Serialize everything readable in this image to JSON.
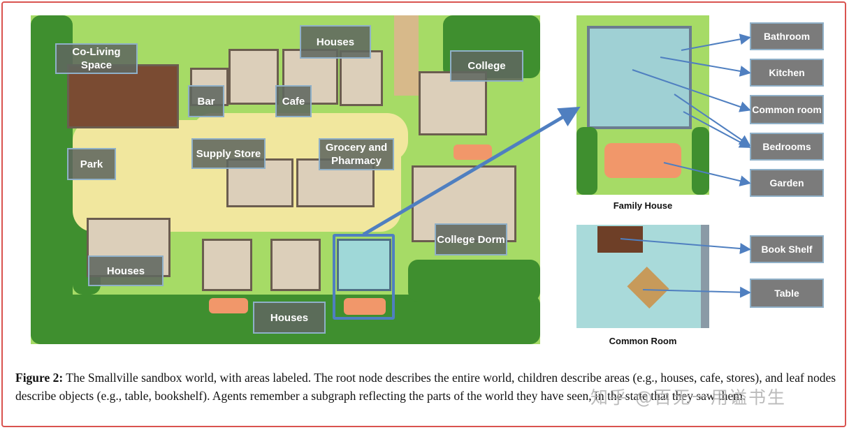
{
  "map_labels": {
    "coliving": "Co-Living Space",
    "houses_top": "Houses",
    "college": "College",
    "bar": "Bar",
    "cafe": "Cafe",
    "supply_store": "Supply Store",
    "grocery": "Grocery and Pharmacy",
    "park": "Park",
    "college_dorm": "College Dorm",
    "houses_left": "Houses",
    "houses_bottom": "Houses"
  },
  "insets": {
    "family_house_caption": "Family House",
    "common_room_caption": "Common Room"
  },
  "family_house_labels": [
    "Bathroom",
    "Kitchen",
    "Common room",
    "Bedrooms",
    "Garden"
  ],
  "common_room_labels": [
    "Book Shelf",
    "Table"
  ],
  "caption": {
    "figure_label": "Figure 2:",
    "text": " The Smallville sandbox world, with areas labeled. The root node describes the entire world, children describe areas (e.g., houses, cafe, stores), and leaf nodes describe objects (e.g., table, bookshelf). Agents remember a subgraph reflecting the parts of the world they have seen, in the state that they saw them."
  },
  "watermark": "知乎 @百无一用谥书生",
  "colors": {
    "frame": "#d9534f",
    "arrow": "#4f7fc0",
    "label_bg": "#7b7b7b",
    "grass": "#a6db66"
  }
}
